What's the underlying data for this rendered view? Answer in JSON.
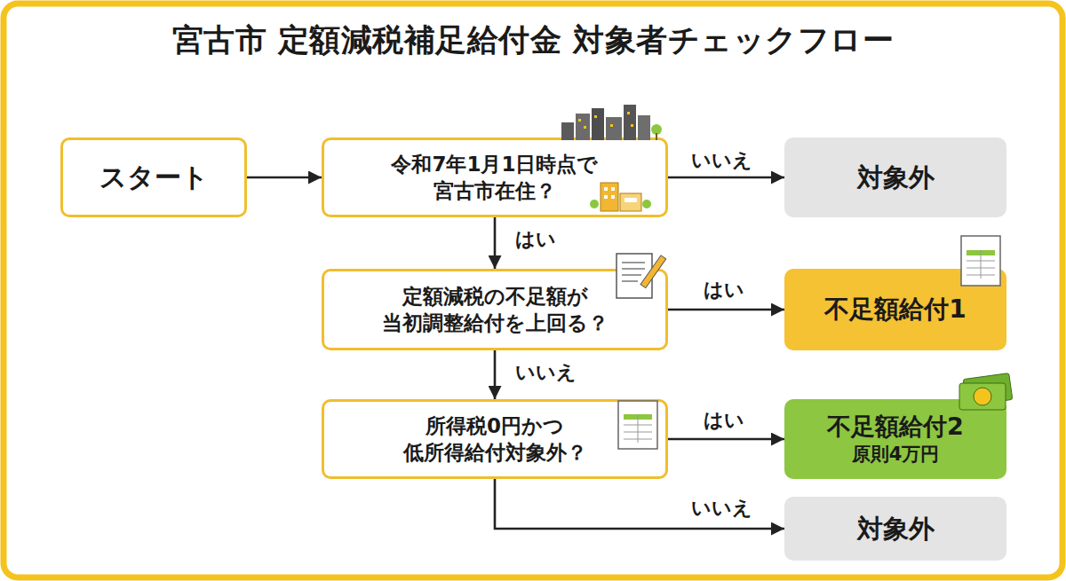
{
  "diagram": {
    "title": "宮古市 定額減税補足給付金 対象者チェックフロー",
    "nodes": [
      {
        "text": [
          "スタート"
        ]
      },
      {
        "text": [
          "令和7年1月1日時点で 宮古市在住？"
        ]
      },
      {
        "text": [
          "対象外"
        ]
      },
      {
        "text": [
          "定額減税の不足額が 当初調整給付を上回る？"
        ]
      },
      {
        "text": [
          "不足額給付1"
        ]
      },
      {
        "text": [
          "所得税0円かつ 低所得給付対象外？"
        ]
      },
      {
        "text": [
          "不足額給付2",
          "原則4万円"
        ]
      },
      {
        "text": [
          "対象外"
        ]
      }
    ],
    "edges": [
      {
        "from": 0,
        "to": 1,
        "arrow": "to"
      },
      {
        "from": 1,
        "to": 2,
        "arrow": "to",
        "label": "いいえ"
      },
      {
        "from": 1,
        "to": 3,
        "arrow": "to",
        "label": "はい"
      },
      {
        "from": 3,
        "to": 4,
        "arrow": "to",
        "label": "はい"
      },
      {
        "from": 3,
        "to": 5,
        "arrow": "to",
        "label": "いいえ"
      },
      {
        "from": 5,
        "to": 6,
        "arrow": "to",
        "label": "はい"
      },
      {
        "from": 5,
        "to": 7,
        "arrow": "to",
        "label": "いいえ"
      }
    ]
  }
}
